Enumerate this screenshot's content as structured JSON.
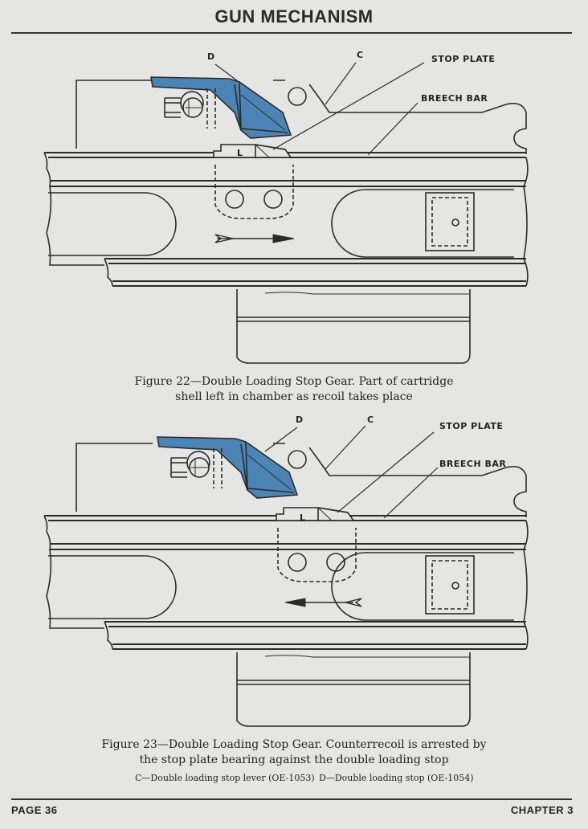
{
  "header": {
    "title": "GUN MECHANISM"
  },
  "figure22": {
    "labels": {
      "d": "D",
      "c": "C",
      "stop_plate": "STOP PLATE",
      "breech_bar": "BREECH BAR",
      "lock": "L"
    },
    "caption_line1": "Figure 22—Double Loading Stop Gear. Part of cartridge",
    "caption_line2": "shell left in chamber as recoil takes place",
    "arrow_direction": "right"
  },
  "figure23": {
    "labels": {
      "d": "D",
      "c": "C",
      "stop_plate": "STOP PLATE",
      "breech_bar": "BREECH BAR",
      "lock": "L"
    },
    "caption_line1": "Figure 23—Double Loading Stop Gear. Counterrecoil is arrested by",
    "caption_line2": "the stop plate bearing against the double loading stop",
    "arrow_direction": "left"
  },
  "legend": {
    "c": "C—Double loading stop lever (OE-1053)",
    "d": "D—Double loading stop (OE-1054)"
  },
  "footer": {
    "page": "PAGE 36",
    "chapter": "CHAPTER 3"
  },
  "colors": {
    "part_blue": "#4d84b6",
    "line": "#2b2b2b",
    "paper": "#e5e6e3"
  }
}
